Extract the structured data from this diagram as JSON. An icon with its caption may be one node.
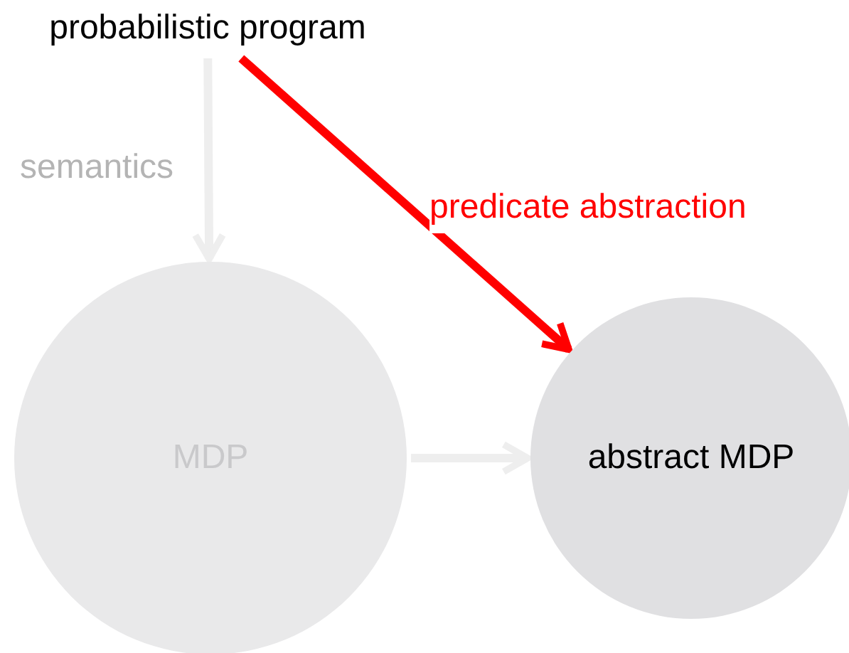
{
  "diagram": {
    "nodes": [
      {
        "text": [
          "probabilistic program"
        ]
      },
      {
        "text": [
          "MDP"
        ]
      },
      {
        "text": [
          "abstract MDP"
        ]
      }
    ],
    "edges": [
      {
        "from": 0,
        "to": 1,
        "arrow": "to",
        "label": "semantics"
      },
      {
        "from": 0,
        "to": 2,
        "arrow": "to",
        "label": "predicate abstraction",
        "color": "#ff0000"
      },
      {
        "from": 1,
        "to": 2,
        "arrow": "to"
      }
    ]
  }
}
